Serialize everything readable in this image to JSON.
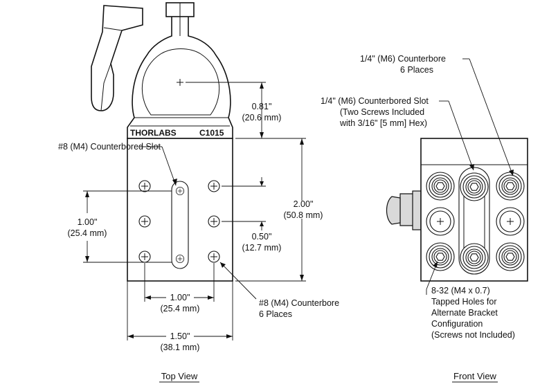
{
  "top_view": {
    "brand": "THORLABS",
    "part_number": "C1015",
    "dim_clamp_offset_in": "0.81\"",
    "dim_clamp_offset_mm": "(20.6 mm)",
    "dim_height_in": "2.00\"",
    "dim_height_mm": "(50.8 mm)",
    "dim_hole_spacing_v_in": "1.00\"",
    "dim_hole_spacing_v_mm": "(25.4 mm)",
    "dim_hole_offset_in": "0.50\"",
    "dim_hole_offset_mm": "(12.7 mm)",
    "dim_hole_spacing_h_in": "1.00\"",
    "dim_hole_spacing_h_mm": "(25.4 mm)",
    "dim_width_in": "1.50\"",
    "dim_width_mm": "(38.1 mm)",
    "slot_callout": "#8 (M4) Counterbored Slot",
    "counterbore_callout_line1": "#8 (M4) Counterbore",
    "counterbore_callout_line2": "6 Places",
    "caption": "Top View"
  },
  "front_view": {
    "counterbore_callout_line1": "1/4\" (M6) Counterbore",
    "counterbore_callout_line2": "6 Places",
    "slot_callout_line1": "1/4\" (M6) Counterbored Slot",
    "slot_callout_line2": "(Two Screws Included",
    "slot_callout_line3": "with 3/16\" [5 mm] Hex)",
    "tapped_callout_line1": "8-32 (M4 x 0.7)",
    "tapped_callout_line2": "Tapped Holes for",
    "tapped_callout_line3": "Alternate Bracket",
    "tapped_callout_line4": "Configuration",
    "tapped_callout_line5": "(Screws not Included)",
    "caption": "Front View"
  }
}
